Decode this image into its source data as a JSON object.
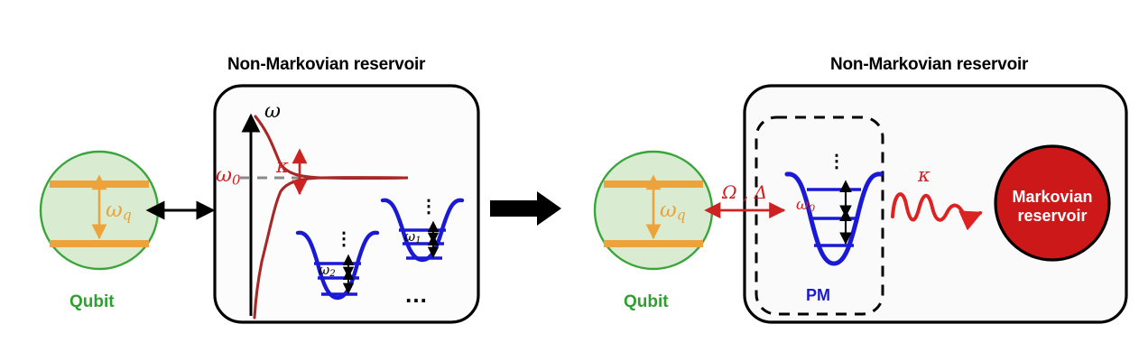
{
  "figure": {
    "description": "Pseudomode mapping schematic: a qubit coupled to a non-Markovian reservoir is mapped onto a qubit coupled to a pseudomode that decays into a Markovian reservoir."
  },
  "left_panel": {
    "title": "Non-Markovian reservoir",
    "qubit": {
      "label": "Qubit",
      "transition_symbol": "ω",
      "transition_subscript": "q",
      "fill_color": "#d9ecd2",
      "border_color": "#3aa53a",
      "level_color": "#eda33c"
    },
    "spectrum": {
      "axis_symbol": "ω",
      "center_symbol": "ω",
      "center_subscript": "0",
      "width_symbol": "κ",
      "curve_color": "#a82828",
      "dashed_line_color": "#888888",
      "lineshape": "lorentzian"
    },
    "modes": [
      {
        "symbol": "ω",
        "subscript": "2",
        "levels": 3,
        "vertical_dots": "⋮"
      },
      {
        "symbol": "ω",
        "subscript": "1",
        "levels": 3,
        "vertical_dots": "⋮"
      }
    ],
    "well_color": "#1a1ad6",
    "continuation_dots": "…"
  },
  "center_arrow": {
    "name": "maps-to-arrow",
    "direction": "right",
    "color": "#000000"
  },
  "right_panel": {
    "title": "Non-Markovian reservoir",
    "qubit": {
      "label": "Qubit",
      "transition_symbol": "ω",
      "transition_subscript": "q",
      "fill_color": "#d9ecd2",
      "border_color": "#3aa53a",
      "level_color": "#eda33c"
    },
    "coupling": {
      "label": "Ω , Δ",
      "color": "#cc2222",
      "arrow": "double-headed"
    },
    "pseudomode": {
      "label": "PM",
      "frequency_symbol": "ω",
      "frequency_subscript": "0",
      "levels": 3,
      "vertical_dots": "⋮",
      "well_color": "#1a1ad6",
      "dashed_box": true
    },
    "decay": {
      "symbol": "κ",
      "color": "#cc2222",
      "style": "wavy-arrow"
    },
    "markovian_reservoir": {
      "line1": "Markovian",
      "line2": "reservoir",
      "fill_color": "#cc1818",
      "border_color": "#000000",
      "text_color": "#ffffff"
    }
  }
}
